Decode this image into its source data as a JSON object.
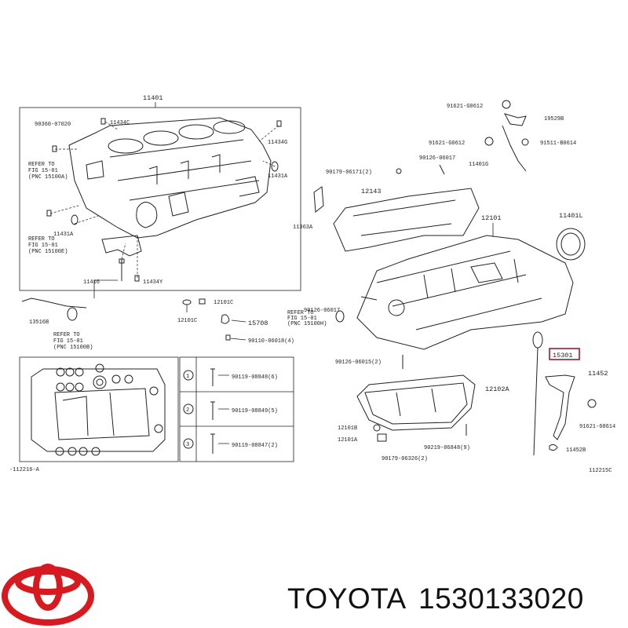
{
  "diagram": {
    "title_ref": "11401",
    "code_left": "-112216-A",
    "code_right": "112215C",
    "labels": {
      "l_90360": "90360-07020",
      "l_11434C": "11434C",
      "l_11434G": "11434G",
      "l_11431A_r": "11431A",
      "l_11431A_l": "11431A",
      "l_11416": "11416",
      "l_11434Y": "11434Y",
      "l_13516B": "13516B",
      "l_11363A": "11363A",
      "l_12101C_top": "12101C",
      "l_12101C_bot": "12101C",
      "l_15708": "15708",
      "l_90110": "90110-06018(4)",
      "l_90179_top": "90179-06171(2)",
      "l_12143": "12143",
      "l_90126_top": "90126-06017",
      "l_91621_top": "91621-G0612",
      "l_19529B": "19529B",
      "l_91621_mid": "91621-G0612",
      "l_91511": "91511-B0614",
      "l_11401G": "11401G",
      "l_12101": "12101",
      "l_11401L": "11401L",
      "l_90126_mid": "90126-06017",
      "l_90126_low": "90126-06015(2)",
      "l_12102A": "12102A",
      "l_15301": "15301",
      "l_11452": "11452",
      "l_91621_low": "91621-60614",
      "l_11452B": "11452B",
      "l_12101B": "12101B",
      "l_12101A": "12101A",
      "l_90219": "90219-06848(9)",
      "l_90179_low": "90179-06326(2)"
    },
    "refer_notes": {
      "r1a": "REFER TO",
      "r1b": "FIG 15-01",
      "r1c": "(PNC 15100A)",
      "r2a": "REFER TO",
      "r2b": "FIG 15-01",
      "r2c": "(PNC 15100E)",
      "r3a": "REFER TO",
      "r3b": "FIG 15-01",
      "r3c": "(PNC 15100B)",
      "r4a": "REFER TO",
      "r4b": "FIG 15-01",
      "r4c": "(PNC 15100H)"
    },
    "bolt_table": [
      {
        "num": "1",
        "part": "90119-08848(6)"
      },
      {
        "num": "2",
        "part": "90119-08849(5)"
      },
      {
        "num": "3",
        "part": "90119-08847(2)"
      }
    ],
    "highlight_color": "#9b1c31"
  },
  "footer": {
    "brand": "TOYOTA",
    "part_number": "1530133020",
    "logo_color": "#d71920"
  }
}
